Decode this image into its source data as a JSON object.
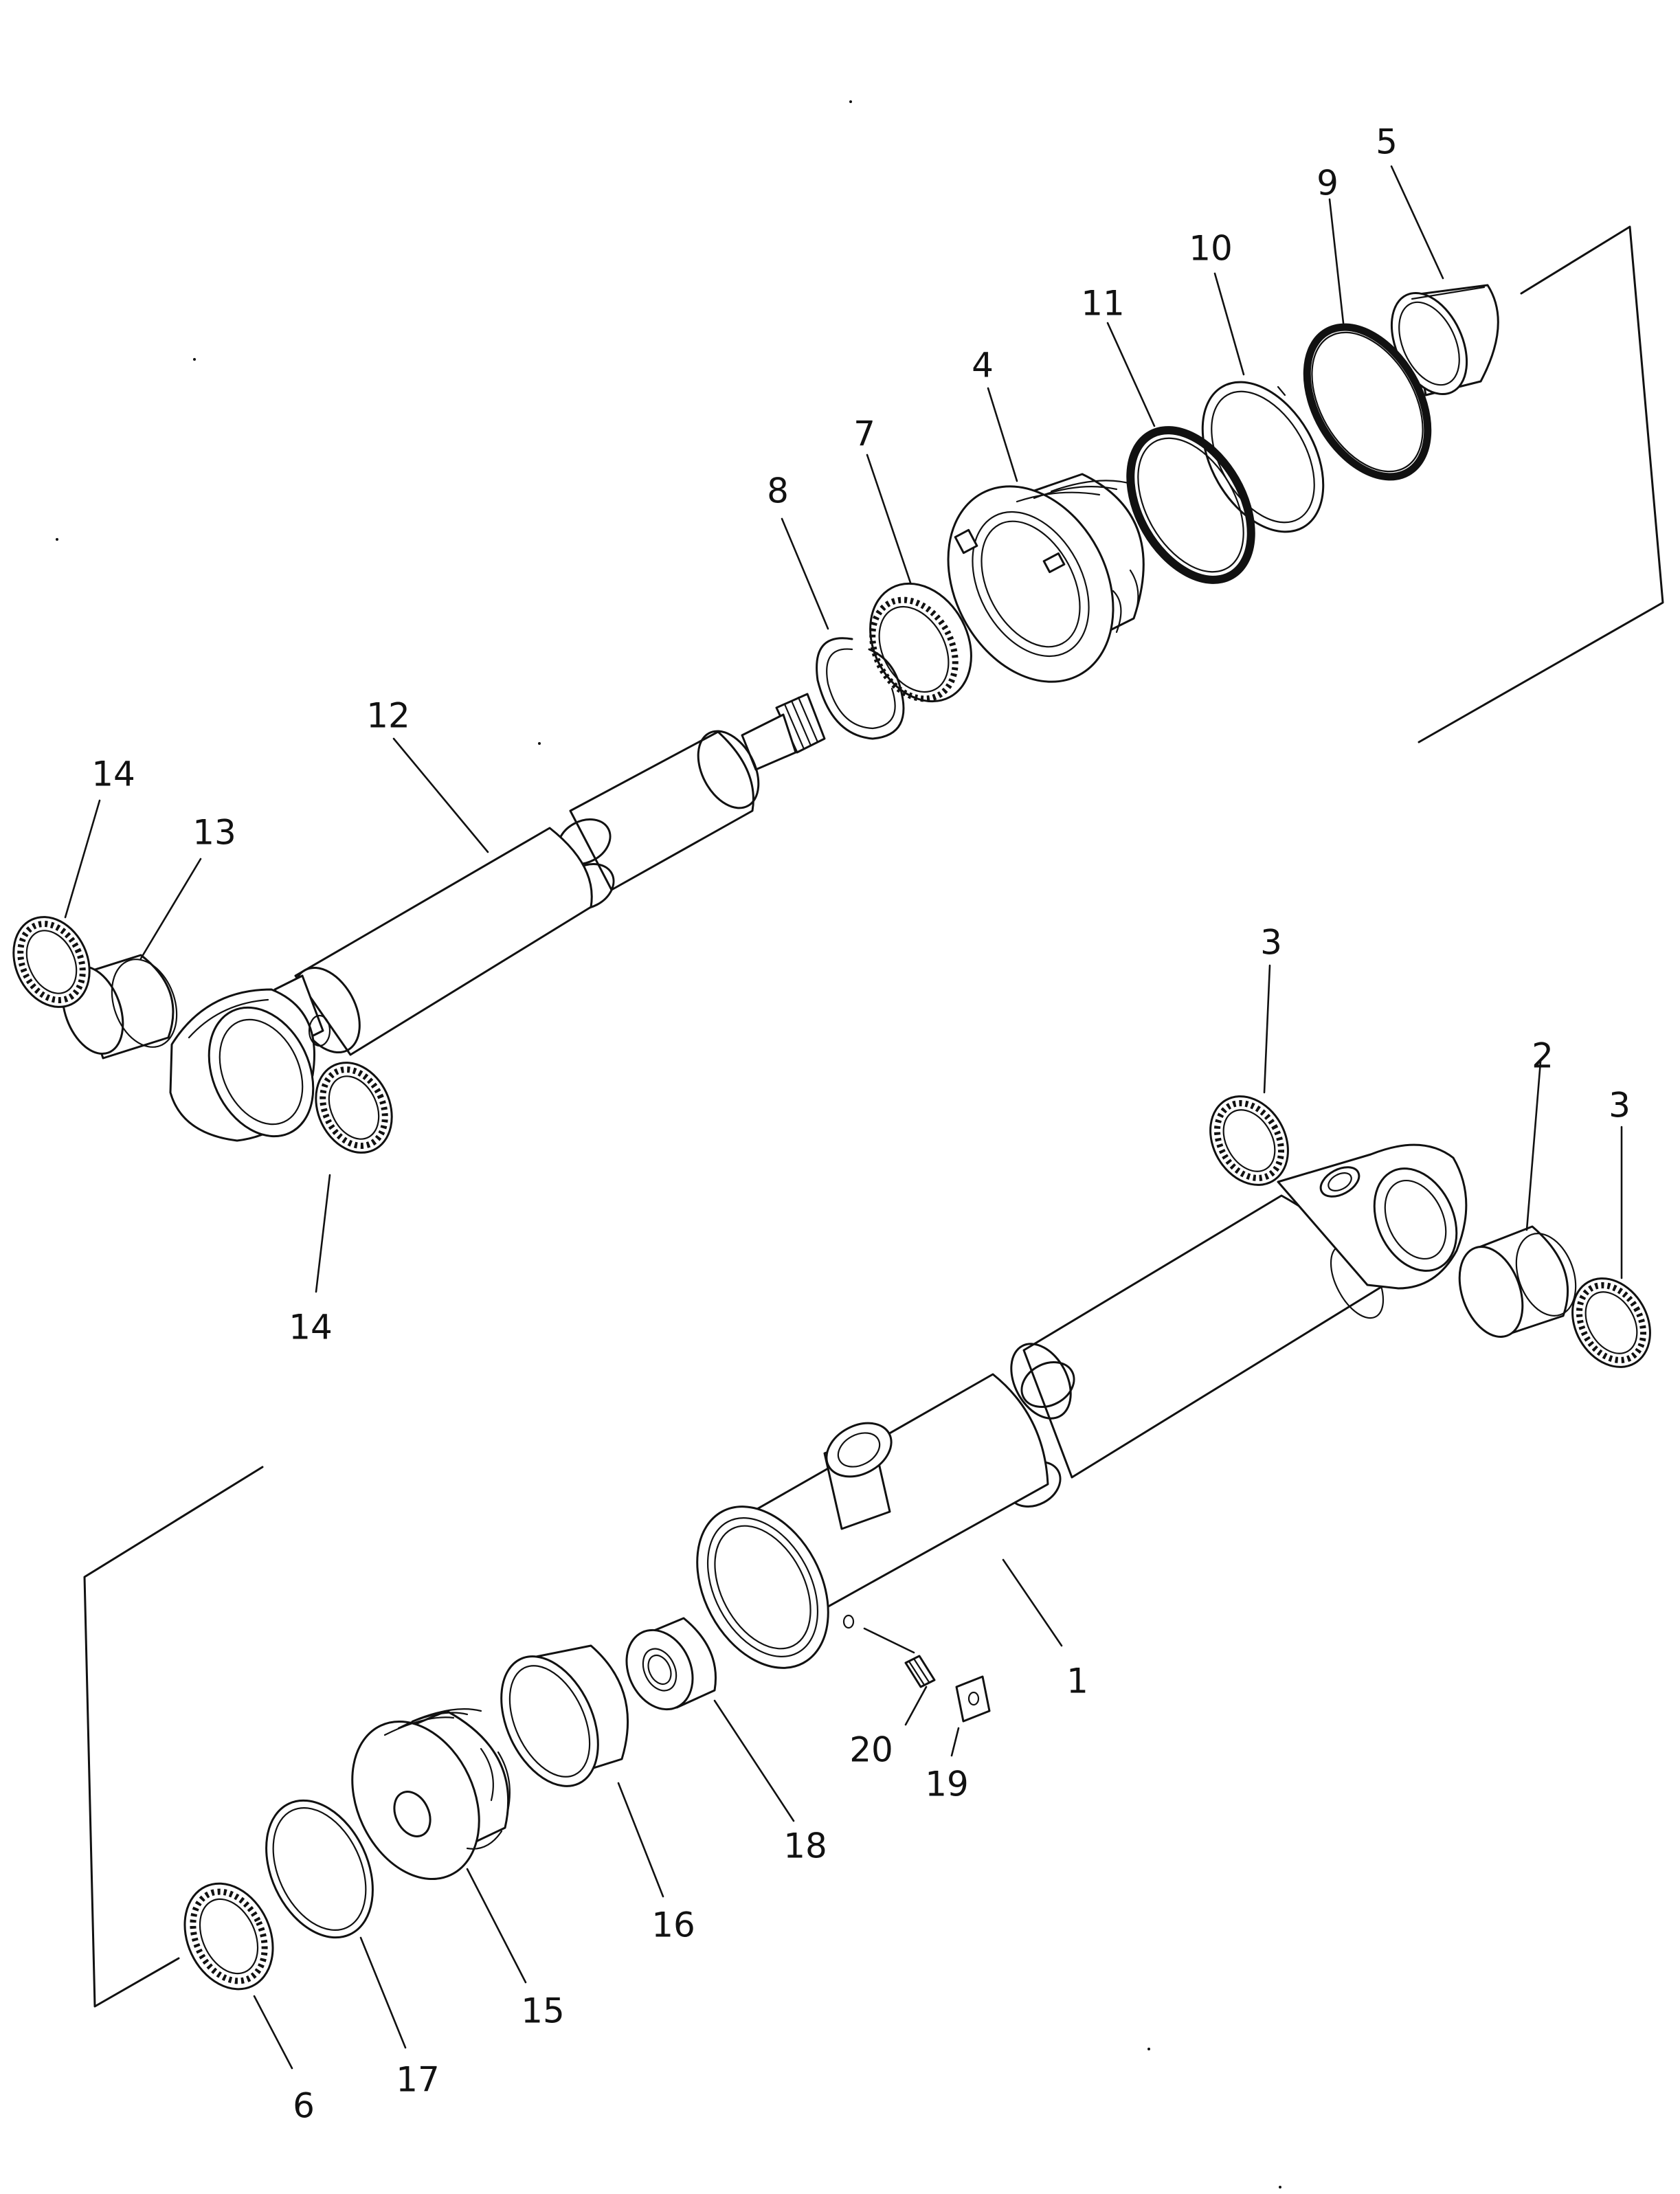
{
  "callouts": {
    "c1": "1",
    "c2": "2",
    "c3a": "3",
    "c3b": "3",
    "c4": "4",
    "c5": "5",
    "c6": "6",
    "c7": "7",
    "c8": "8",
    "c9": "9",
    "c10": "10",
    "c11": "11",
    "c12": "12",
    "c13": "13",
    "c14a": "14",
    "c14b": "14",
    "c15": "15",
    "c16": "16",
    "c17": "17",
    "c18": "18",
    "c19": "19",
    "c20": "20"
  },
  "colors": {
    "ink": "#111111",
    "paper": "#ffffff"
  }
}
